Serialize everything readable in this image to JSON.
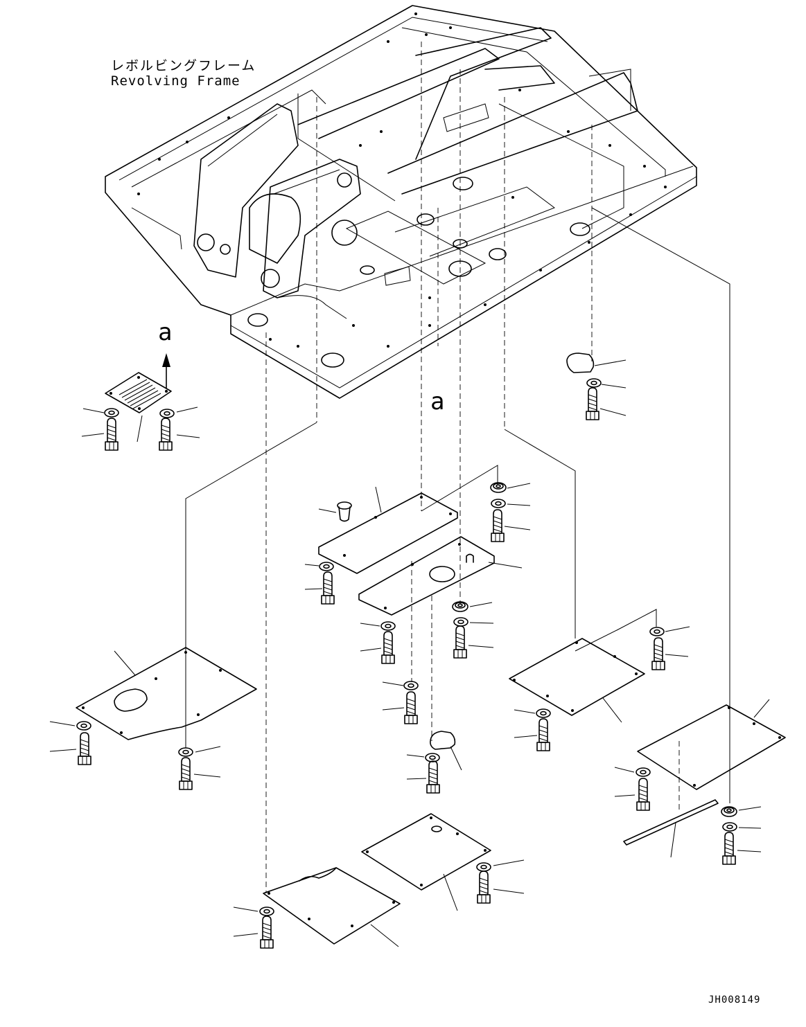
{
  "frame_label": {
    "japanese": "レボルビングフレーム",
    "english": "Revolving Frame"
  },
  "view_markers": {
    "top_left": "a",
    "center": "a"
  },
  "drawing_code": "JH008149",
  "colors": {
    "ink": "#000000",
    "paper": "#ffffff"
  }
}
